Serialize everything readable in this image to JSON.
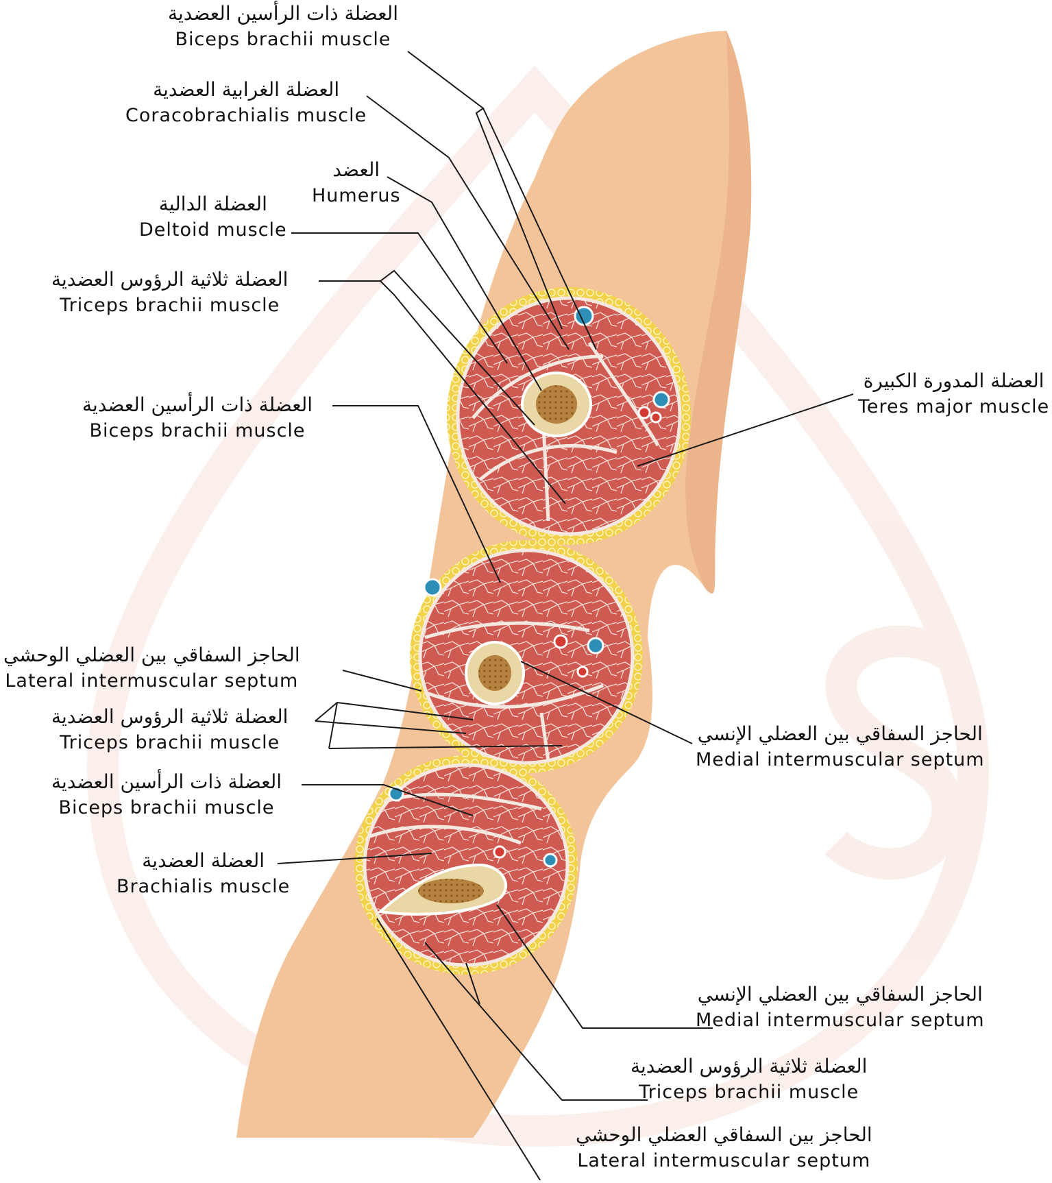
{
  "colors": {
    "skin": "#f3c49a",
    "skin_shade": "#e2a277",
    "muscle": "#cf5a52",
    "muscle_line": "#f2d7cf",
    "fat": "#f1d24a",
    "bone": "#e9d7a6",
    "marrow": "#b5813e",
    "vein": "#2d8fb8",
    "artery": "#d23a32",
    "leader": "#1a1a1a",
    "watermark": "#f7e1dc"
  },
  "labels": [
    {
      "ar": "العضلة ذات الرأسين العضدية",
      "en": "Biceps brachii muscle"
    },
    {
      "ar": "العضلة الغرابية العضدية",
      "en": "Coracobrachialis muscle"
    },
    {
      "ar": "العضد",
      "en": "Humerus"
    },
    {
      "ar": "العضلة الدالية",
      "en": "Deltoid muscle"
    },
    {
      "ar": "العضلة ثلاثية الرؤوس العضدية",
      "en": "Triceps brachii muscle"
    },
    {
      "ar": "العضلة ذات الرأسين العضدية",
      "en": "Biceps brachii muscle"
    },
    {
      "ar": "العضلة المدورة الكبيرة",
      "en": "Teres major muscle"
    },
    {
      "ar": "الحاجز السفاقي بين العضلي الوحشي",
      "en": "Lateral intermuscular septum"
    },
    {
      "ar": "العضلة ثلاثية الرؤوس العضدية",
      "en": "Triceps brachii muscle"
    },
    {
      "ar": "الحاجز السفاقي بين العضلي الإنسي",
      "en": "Medial intermuscular septum"
    },
    {
      "ar": "العضلة ذات الرأسين العضدية",
      "en": "Biceps brachii muscle"
    },
    {
      "ar": "العضلة العضدية",
      "en": "Brachialis muscle"
    },
    {
      "ar": "الحاجز السفاقي بين العضلي الإنسي",
      "en": "Medial intermuscular septum"
    },
    {
      "ar": "العضلة ثلاثية الرؤوس العضدية",
      "en": "Triceps brachii muscle"
    },
    {
      "ar": "الحاجز بين السفاقي العضلي الوحشي",
      "en": "Lateral intermuscular septum"
    }
  ]
}
